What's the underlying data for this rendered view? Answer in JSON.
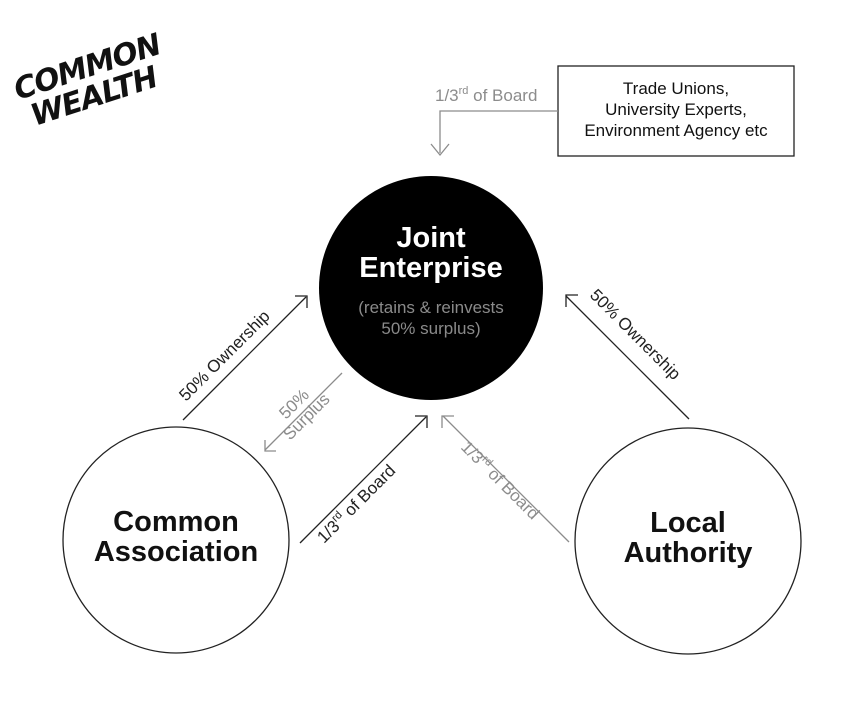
{
  "logo": {
    "line1": "COMMON",
    "line2": "WEALTH"
  },
  "nodes": {
    "joint": {
      "title_line1": "Joint",
      "title_line2": "Enterprise",
      "sub_line1": "(retains & reinvests",
      "sub_line2": "50% surplus)"
    },
    "common": {
      "title_line1": "Common",
      "title_line2": "Association"
    },
    "local": {
      "title_line1": "Local",
      "title_line2": "Authority"
    }
  },
  "board_box": {
    "line1": "Trade Unions,",
    "line2": "University Experts,",
    "line3": "Environment Agency etc"
  },
  "edges": {
    "top_board": {
      "pre": "1/3",
      "sup": "rd",
      "post": " of Board"
    },
    "common_ownership": "50% Ownership",
    "local_ownership": "50% Ownership",
    "surplus_line1": "50%",
    "surplus_line2": "Surplus",
    "common_board": {
      "pre": "1/3",
      "sup": "rd",
      "post": " of Board"
    },
    "local_board": {
      "pre": "1/3",
      "sup": "rd",
      "post": " of Board"
    }
  },
  "colors": {
    "dark": "#222222",
    "grey": "#8c8c8c",
    "circle_fill": "#000000"
  }
}
